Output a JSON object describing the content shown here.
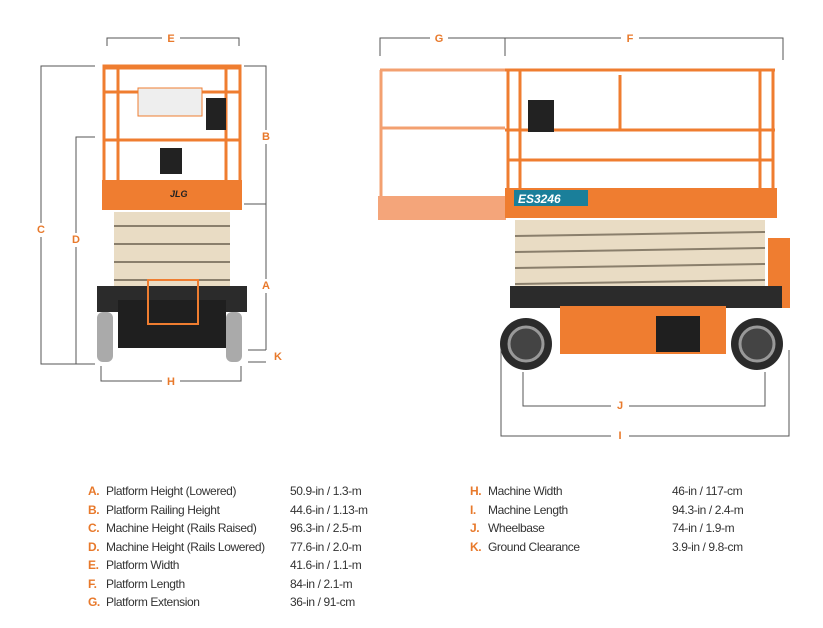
{
  "dimension_labels": {
    "A": "A",
    "B": "B",
    "C": "C",
    "D": "D",
    "E": "E",
    "F": "F",
    "G": "G",
    "H": "H",
    "I": "I",
    "J": "J",
    "K": "K"
  },
  "logos": {
    "brand": "JLG",
    "model": "ES3246"
  },
  "colors": {
    "accent": "#e8792b",
    "machine_orange": "#ef7d30",
    "dim_line": "#555555",
    "base": "#2b2b2b",
    "scissor": "#e9dcc4"
  },
  "specs_left": [
    {
      "letter": "A.",
      "name": "Platform Height (Lowered)",
      "value": "50.9-in / 1.3-m"
    },
    {
      "letter": "B.",
      "name": "Platform Railing Height",
      "value": "44.6-in / 1.13-m"
    },
    {
      "letter": "C.",
      "name": "Machine Height (Rails Raised)",
      "value": "96.3-in / 2.5-m"
    },
    {
      "letter": "D.",
      "name": "Machine Height (Rails Lowered)",
      "value": "77.6-in / 2.0-m"
    },
    {
      "letter": "E.",
      "name": "Platform Width",
      "value": "41.6-in / 1.1-m"
    },
    {
      "letter": "F.",
      "name": "Platform Length",
      "value": "84-in / 2.1-m"
    },
    {
      "letter": "G.",
      "name": "Platform Extension",
      "value": "36-in / 91-cm"
    }
  ],
  "specs_right": [
    {
      "letter": "H.",
      "name": "Machine  Width",
      "value": "46-in / 117-cm"
    },
    {
      "letter": "I.",
      "name": "Machine  Length",
      "value": "94.3-in / 2.4-m"
    },
    {
      "letter": "J.",
      "name": "Wheelbase",
      "value": "74-in / 1.9-m"
    },
    {
      "letter": "K.",
      "name": "Ground Clearance",
      "value": "3.9-in / 9.8-cm"
    }
  ]
}
